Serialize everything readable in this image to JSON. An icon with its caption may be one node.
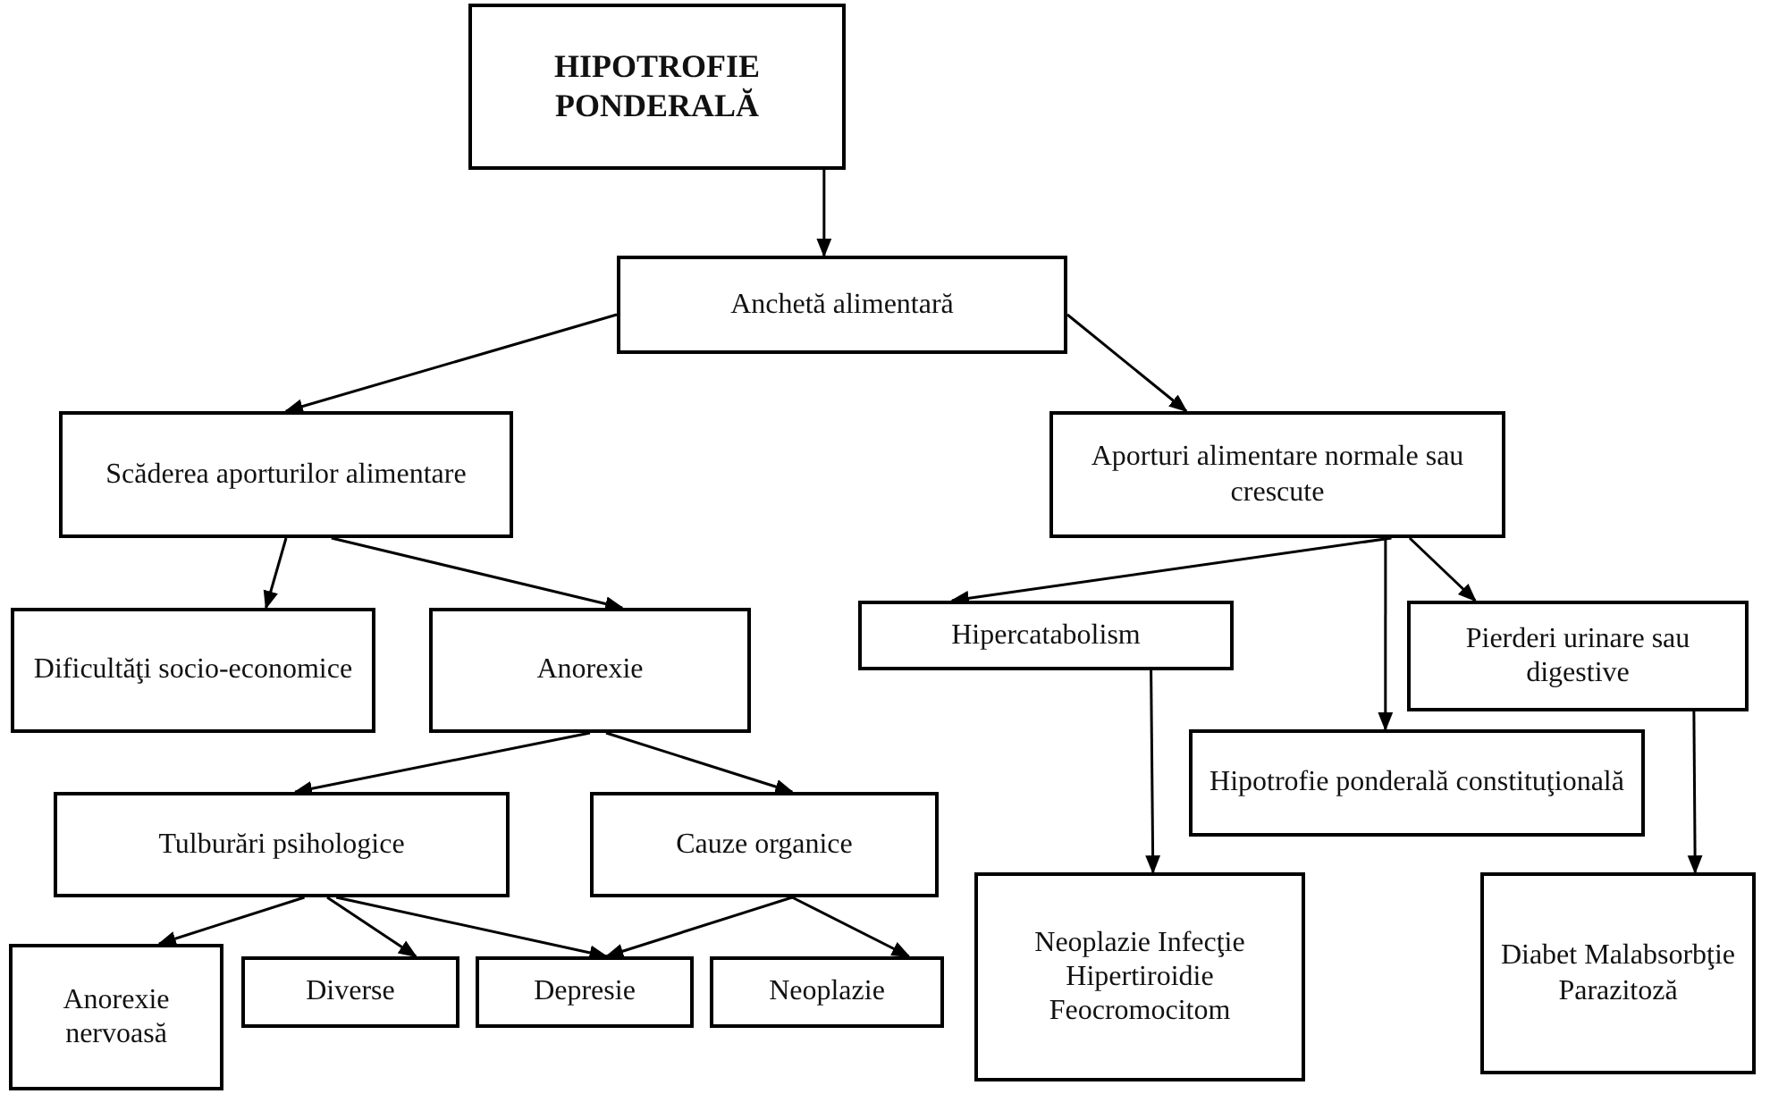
{
  "diagram": {
    "nodes": [
      {
        "text": [
          "HIPOTROFIE PONDERALĂ"
        ]
      },
      {
        "text": [
          "Anchetă alimentară"
        ]
      },
      {
        "text": [
          "Scăderea aporturilor alimentare"
        ]
      },
      {
        "text": [
          "Aporturi alimentare normale sau crescute"
        ]
      },
      {
        "text": [
          "Dificultăţi socio-economice"
        ]
      },
      {
        "text": [
          "Anorexie"
        ]
      },
      {
        "text": [
          "Hipercatabolism"
        ]
      },
      {
        "text": [
          "Pierderi urinare sau digestive"
        ]
      },
      {
        "text": [
          "Hipotrofie ponderală constituţională"
        ]
      },
      {
        "text": [
          "Tulburări psihologice"
        ]
      },
      {
        "text": [
          "Cauze organice"
        ]
      },
      {
        "text": [
          "Neoplazie Infecţie Hipertiroidie Feocromocitom"
        ]
      },
      {
        "text": [
          "Diabet Malabsorbţie Parazitoză"
        ]
      },
      {
        "text": [
          "Anorexie nervoasă"
        ]
      },
      {
        "text": [
          "Diverse"
        ]
      },
      {
        "text": [
          "Depresie"
        ]
      },
      {
        "text": [
          "Neoplazie"
        ]
      }
    ],
    "edges": [
      {
        "from": 0,
        "to": 1,
        "arrow": "to"
      },
      {
        "from": 1,
        "to": 2,
        "arrow": "to"
      },
      {
        "from": 1,
        "to": 3,
        "arrow": "to"
      },
      {
        "from": 2,
        "to": 4,
        "arrow": "to"
      },
      {
        "from": 2,
        "to": 5,
        "arrow": "to"
      },
      {
        "from": 3,
        "to": 6,
        "arrow": "to"
      },
      {
        "from": 3,
        "to": 8,
        "arrow": "to"
      },
      {
        "from": 3,
        "to": 7,
        "arrow": "to"
      },
      {
        "from": 6,
        "to": 11,
        "arrow": "to"
      },
      {
        "from": 7,
        "to": 12,
        "arrow": "to"
      },
      {
        "from": 5,
        "to": 9,
        "arrow": "to"
      },
      {
        "from": 5,
        "to": 10,
        "arrow": "to"
      },
      {
        "from": 9,
        "to": 13,
        "arrow": "to"
      },
      {
        "from": 9,
        "to": 14,
        "arrow": "to"
      },
      {
        "from": 9,
        "to": 15,
        "arrow": "to"
      },
      {
        "from": 10,
        "to": 15,
        "arrow": "to"
      },
      {
        "from": 10,
        "to": 16,
        "arrow": "to"
      }
    ]
  }
}
